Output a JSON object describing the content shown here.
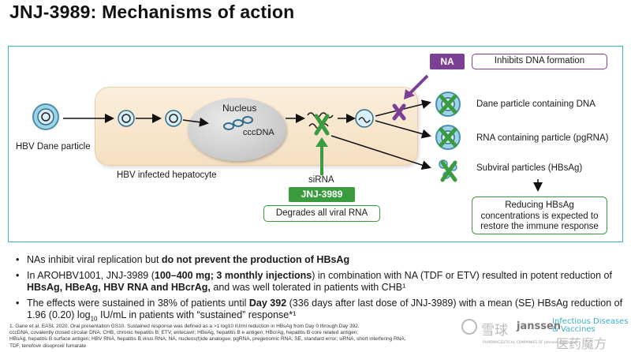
{
  "title": "JNJ-3989: Mechanisms of action",
  "diagram": {
    "hbv_dane_particle": "HBV Dane particle",
    "nucleus": "Nucleus",
    "cccdna": "cccDNA",
    "hepatocyte": "HBV infected hepatocyte",
    "na_label": "NA",
    "na_desc": "Inhibits DNA formation",
    "sirna": "siRNA",
    "jnj_label": "JNJ-3989",
    "degrades": "Degrades all viral RNA",
    "out_dane": "Dane particle containing DNA",
    "out_rna": "RNA containing particle (pgRNA)",
    "out_subviral": "Subviral particles (HBsAg)",
    "reduce_line1": "Reducing HBsAg",
    "reduce_line2": "concentrations is expected to",
    "reduce_line3": "restore the immune response"
  },
  "bullets": [
    {
      "pre": "NAs inhibit viral replication but ",
      "bold": "do not prevent the production of HBsAg",
      "post": ""
    },
    {
      "pre": "In AROHBV1001, JNJ-3989 (",
      "bold": "100–400 mg; 3 monthly injections",
      "mid": ") in combination with NA (TDF or ETV) resulted in potent reduction of ",
      "bold2": "HBsAg, HBeAg, HBV RNA and HBcrAg,",
      "post": " and was well tolerated in patients with CHB¹"
    },
    {
      "pre": "The effects were sustained in 38% of patients until ",
      "bold": "Day 392",
      "mid": " (336 days after last dose of JNJ-3989) with a mean (SE) HBsAg reduction of 1.96 (0.20) log",
      "sub": "10",
      "post": " IU/mL in patients with “sustained” response*¹"
    }
  ],
  "footnotes": {
    "line1": "1. Gane et al. EASL 2020. Oral presentation GS10. Sustained response was defined as a >1 log10 IU/ml reduction in HBsAg from Day 0 through Day 392.",
    "line2": "cccDNA, covalently closed circular DNA; CHB, chronic hepatitis B; ETV, entecavir; HBeAg, hepatitis B e antigen; HBcrAg, hepatitis B core related antigen;",
    "line3": "HBsAg, hepatitis B surface antigen; HBV RNA, hepatitis B virus RNA; NA, nucleos(t)ide analogue; pgRNA, pregenomic RNA; SE, standard error; siRNA, short interfering RNA;",
    "line4": "TDF, tenofovir disoproxil fumarate"
  },
  "watermark": {
    "xueqiu": "雪球",
    "janssen": "janssen",
    "id_line1": "Infectious Diseases",
    "id_line2": "& Vaccines",
    "tagline": "PHARMACEUTICAL COMPANIES OF Johnson & Johnson",
    "handle": "医药魔方"
  },
  "colors": {
    "border": "#3aaec6",
    "na_purple": "#7b3f93",
    "jnj_green": "#3a9c3e"
  }
}
